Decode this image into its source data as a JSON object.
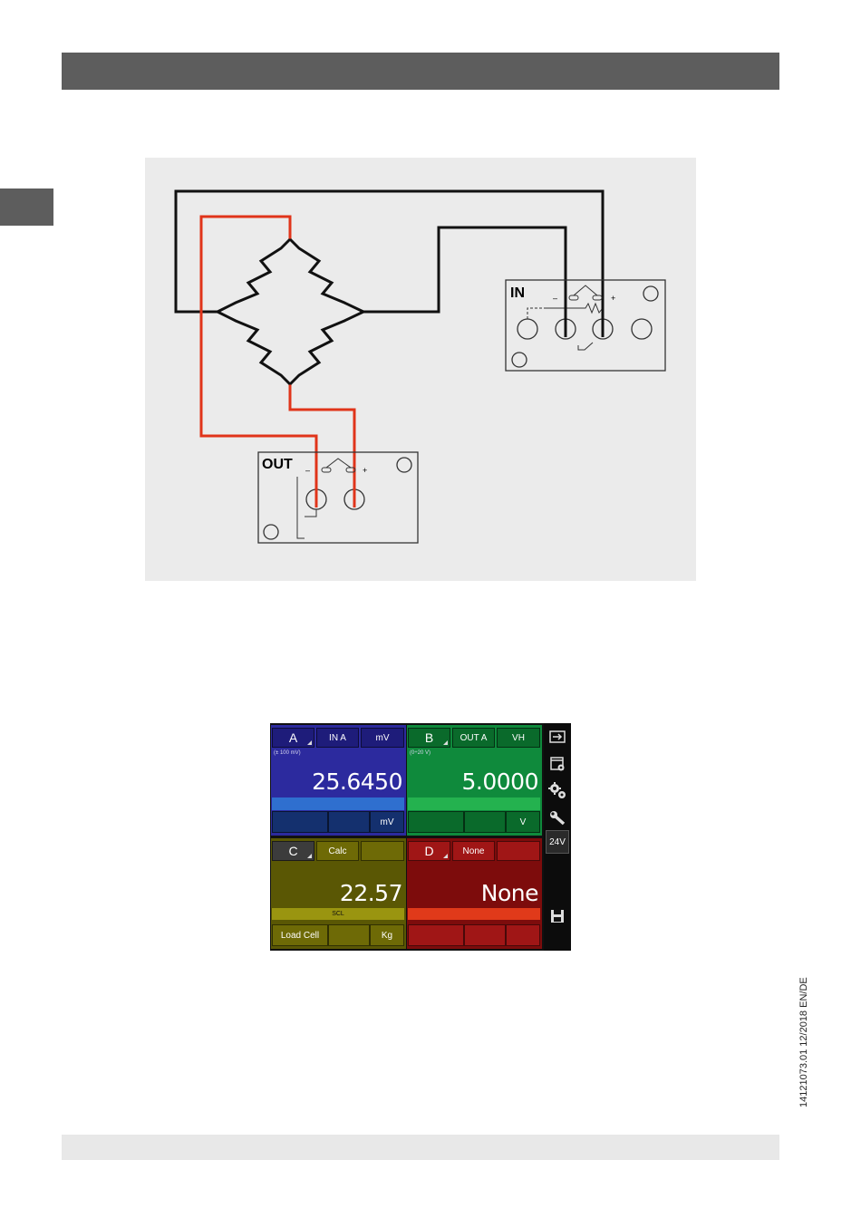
{
  "figure": {
    "in_label": "IN",
    "out_label": "OUT",
    "minus_sign": "–",
    "plus_sign": "+"
  },
  "colors": {
    "wire_black": "#111111",
    "wire_red": "#e0341a",
    "panel_bg": "#ebebeb"
  },
  "document_number": "14121073.01 12/2018 EN/DE",
  "screen": {
    "channel_a": {
      "letter": "A",
      "source": "IN A",
      "unit": "mV",
      "range": "(± 100 mV)",
      "value": "25.6450",
      "bar_text": "",
      "sub_left": "",
      "sub_mid": "",
      "sub_right": "mV"
    },
    "channel_b": {
      "letter": "B",
      "source": "OUT A",
      "unit": "VH",
      "range": "(0÷20 V)",
      "value": "5.0000",
      "bar_text": "",
      "sub_left": "",
      "sub_mid": "",
      "sub_right": "V"
    },
    "channel_c": {
      "letter": "C",
      "source": "Calc",
      "unit": "",
      "range": "",
      "value": "22.57",
      "bar_text": "SCL",
      "sub_left": "Load Cell",
      "sub_mid": "",
      "sub_right": "Kg"
    },
    "channel_d": {
      "letter": "D",
      "source": "None",
      "unit": "",
      "range": "",
      "value": "None",
      "bar_text": "",
      "sub_left": "",
      "sub_mid": "",
      "sub_right": ""
    },
    "toolbar": {
      "icons": [
        "exit-icon",
        "window-settings-icon",
        "gears-icon",
        "wrench-icon",
        "save-icon"
      ],
      "voltage_label": "24V"
    }
  }
}
